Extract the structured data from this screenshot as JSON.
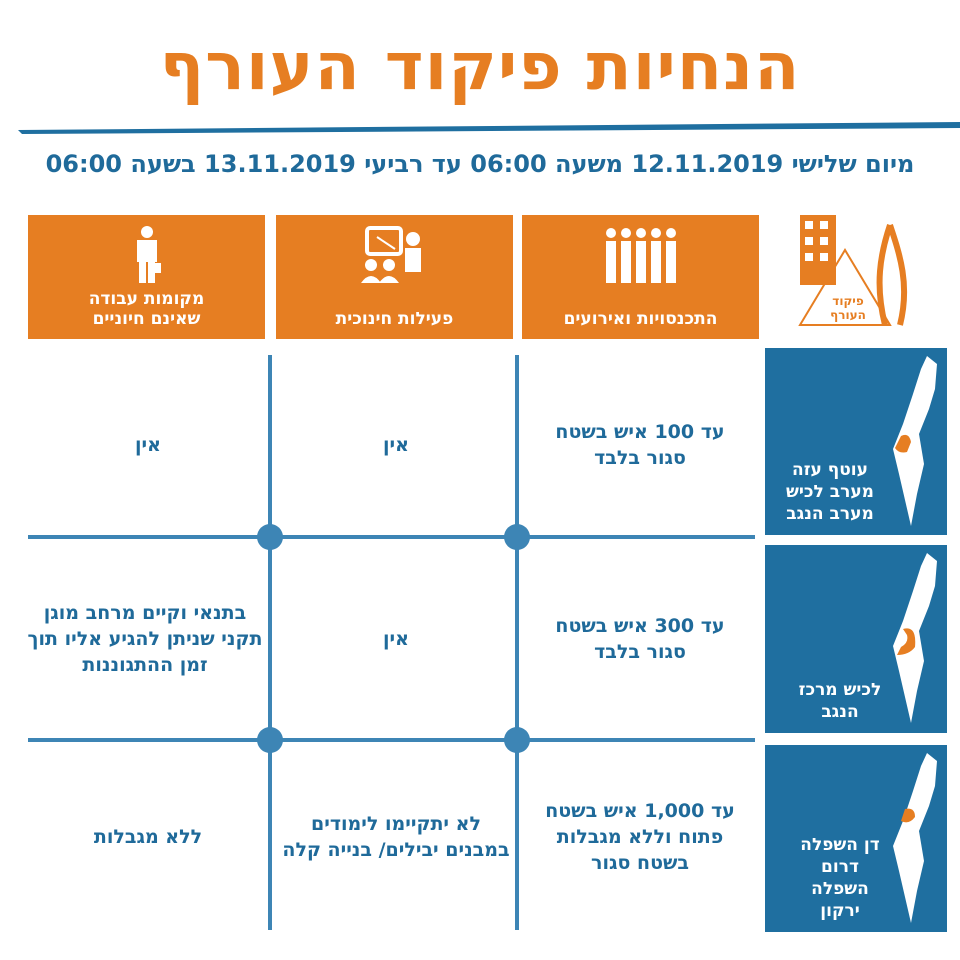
{
  "title": "הנחיות פיקוד העורף",
  "subtitle": "מיום שלישי 12.11.2019 משעה 06:00 עד רביעי 13.11.2019 בשעה 06:00",
  "logo": {
    "text": "פיקוד העורף"
  },
  "colors": {
    "orange": "#e67e22",
    "blue": "#1f6fa0",
    "text_blue": "#1f6a9a"
  },
  "headers": [
    {
      "label": "התכנסויות ואירועים",
      "icon": "crowd-icon"
    },
    {
      "label": "פעילות חינוכית",
      "icon": "teacher-icon"
    },
    {
      "label": "מקומות עבודה שאינם חיוניים",
      "icon": "worker-icon"
    }
  ],
  "rows": [
    {
      "region": "עוטף עזה מערב לכיש מערב הנגב",
      "cells": [
        "עד 100 איש בשטח סגור בלבד",
        "אין",
        "אין"
      ]
    },
    {
      "region": "לכיש מרכז הנגב",
      "cells": [
        "עד 300 איש בשטח סגור בלבד",
        "אין",
        "בתנאי וקיים מרחב מוגן תקני שניתן להגיע אליו תוך זמן ההתגוננות"
      ]
    },
    {
      "region": "דן השפלה דרום השפלה ירקון",
      "cells": [
        "עד 1,000 איש בשטח פתוח וללא מגבלות בשטח סגור",
        "לא יתקיימו לימודים במבנים יבילים/ בנייה קלה",
        "ללא מגבלות"
      ]
    }
  ]
}
